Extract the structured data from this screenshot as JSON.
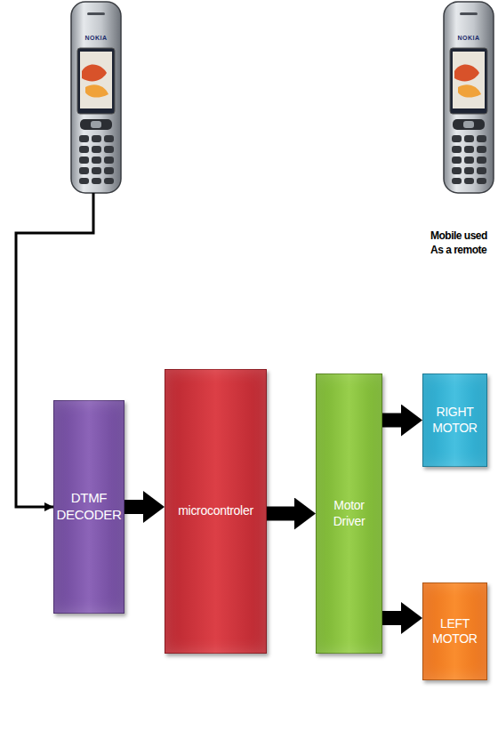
{
  "diagram": {
    "nodes": [
      {
        "text": [
          "DTMF DECODER"
        ]
      },
      {
        "text": [
          "microcontroler"
        ]
      },
      {
        "text": [
          "Motor Driver"
        ]
      },
      {
        "text": [
          "RIGHT MOTOR"
        ]
      },
      {
        "text": [
          "LEFT MOTOR"
        ]
      }
    ],
    "edges": [
      {
        "from": 0,
        "to": 1,
        "arrow": "to"
      },
      {
        "from": 1,
        "to": 2,
        "arrow": "to"
      },
      {
        "from": 2,
        "to": 3,
        "arrow": "to"
      },
      {
        "from": 2,
        "to": 4,
        "arrow": "to"
      }
    ],
    "labels": [
      "NOKIA",
      "NOKIA",
      "Mobile used As a remote"
    ]
  }
}
